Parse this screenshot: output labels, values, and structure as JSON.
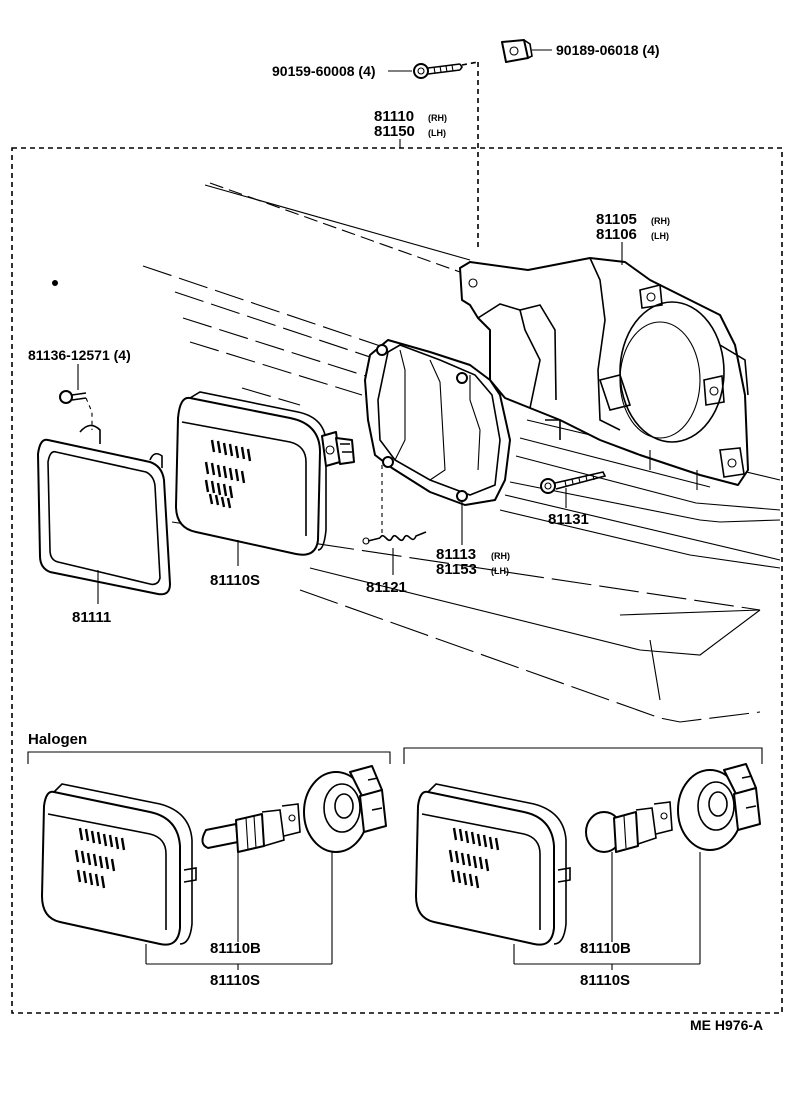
{
  "labels": {
    "bolt_top": "90159-60008 (4)",
    "clip_top": "90189-06018 (4)",
    "assy_main": "81110",
    "assy_main_rh": "(RH)",
    "assy_alt": "81150",
    "assy_alt_lh": "(LH)",
    "bracket_main": "81105",
    "bracket_main_rh": "(RH)",
    "bracket_alt": "81106",
    "bracket_alt_lh": "(LH)",
    "screw_small": "81136-12571 (4)",
    "rim": "81111",
    "unit": "81110S",
    "spring": "81121",
    "housing_main": "81113",
    "housing_main_rh": "(RH)",
    "housing_alt": "81153",
    "housing_alt_lh": "(LH)",
    "adjust_screw": "81131",
    "halogen_title": "Halogen",
    "left_bulb": "81110B",
    "left_unit": "81110S",
    "right_bulb": "81110B",
    "right_unit": "81110S",
    "figure_code": "ME  H976-A"
  }
}
